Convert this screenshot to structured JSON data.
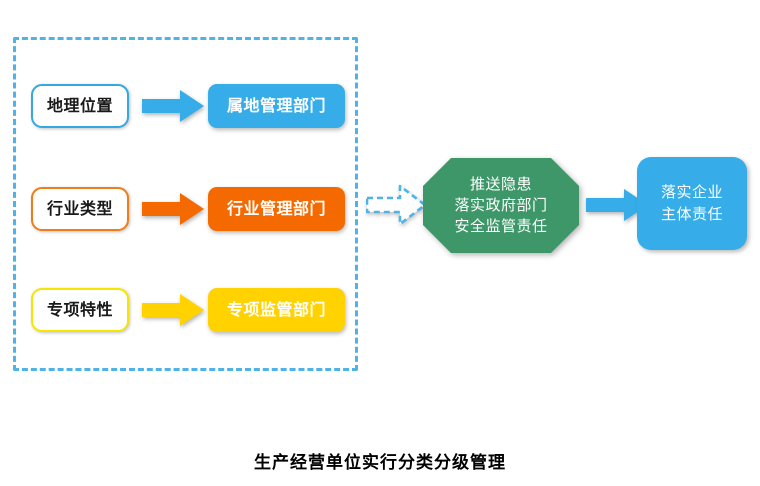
{
  "diagram": {
    "caption": "生产经营单位实行分类分级管理",
    "group_frame_name": "分类依据分组",
    "rows": [
      {
        "criteria_label": "地理位置",
        "arrow_label": "箭头",
        "department_label": "属地管理部门",
        "color": "#36ADE8",
        "outline_color": "#35A8E0"
      },
      {
        "criteria_label": "行业类型",
        "arrow_label": "箭头",
        "department_label": "行业管理部门",
        "color": "#F56A00",
        "outline_color": "#F07D18"
      },
      {
        "criteria_label": "专项特性",
        "arrow_label": "箭头",
        "department_label": "专项监管部门",
        "color": "#FFD200",
        "outline_color": "#F5E500"
      }
    ],
    "merge_arrow": {
      "label": "汇聚箭头",
      "style": "dashed",
      "color": "#4FB3E8"
    },
    "process": {
      "lines": [
        "推送隐患",
        "落实政府部门",
        "安全监管责任"
      ],
      "color": "#3D9768",
      "text_color": "#FFFFFF"
    },
    "process_arrow": {
      "label": "箭头",
      "color": "#36ADE8"
    },
    "outcome": {
      "lines": [
        "落实企业",
        "主体责任"
      ],
      "color": "#36ADE8",
      "text_color": "#FFFFFF"
    }
  }
}
